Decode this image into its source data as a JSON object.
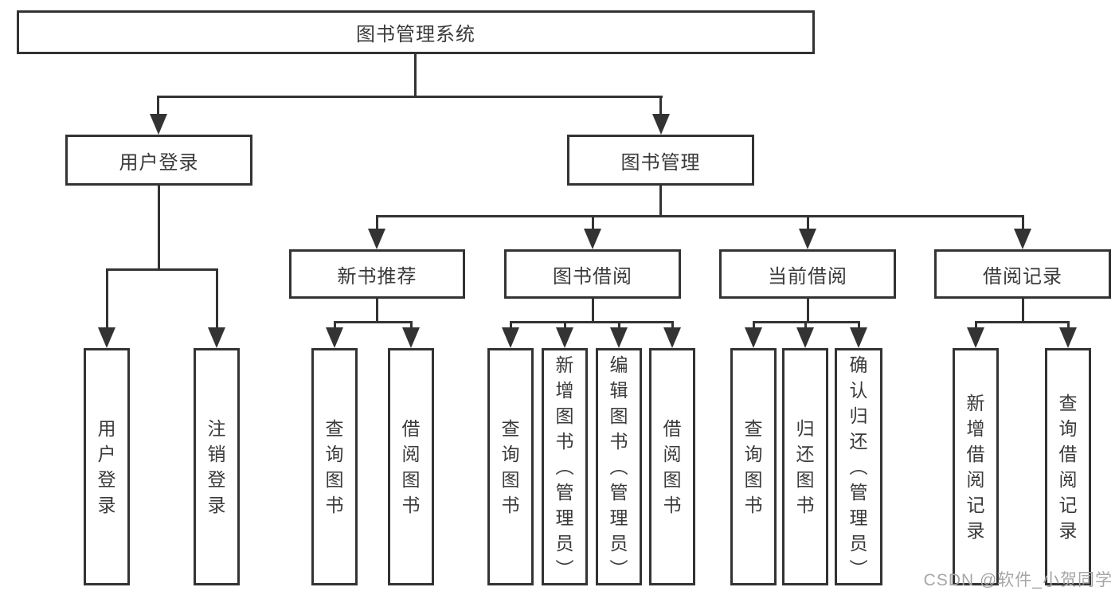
{
  "diagram": {
    "root": {
      "label": "图书管理系统"
    },
    "level2": [
      {
        "label": "用户登录"
      },
      {
        "label": "图书管理"
      }
    ],
    "level3": [
      {
        "label": "新书推荐"
      },
      {
        "label": "图书借阅"
      },
      {
        "label": "当前借阅"
      },
      {
        "label": "借阅记录"
      }
    ],
    "leaves": [
      {
        "label": "用户登录"
      },
      {
        "label": "注销登录"
      },
      {
        "label": "查询图书"
      },
      {
        "label": "借阅图书"
      },
      {
        "label": "查询图书"
      },
      {
        "label": "新增图书（管理员）"
      },
      {
        "label": "编辑图书（管理员）"
      },
      {
        "label": "借阅图书"
      },
      {
        "label": "查询图书"
      },
      {
        "label": "归还图书"
      },
      {
        "label": "确认归还（管理员）"
      },
      {
        "label": "新增借阅记录"
      },
      {
        "label": "查询借阅记录"
      }
    ]
  },
  "watermark": {
    "text": "CSDN @软件_小贺同学"
  },
  "colors": {
    "line": "#333333",
    "box_background": "#ffffff",
    "text": "#333333",
    "watermark": "#a6a6a6"
  }
}
